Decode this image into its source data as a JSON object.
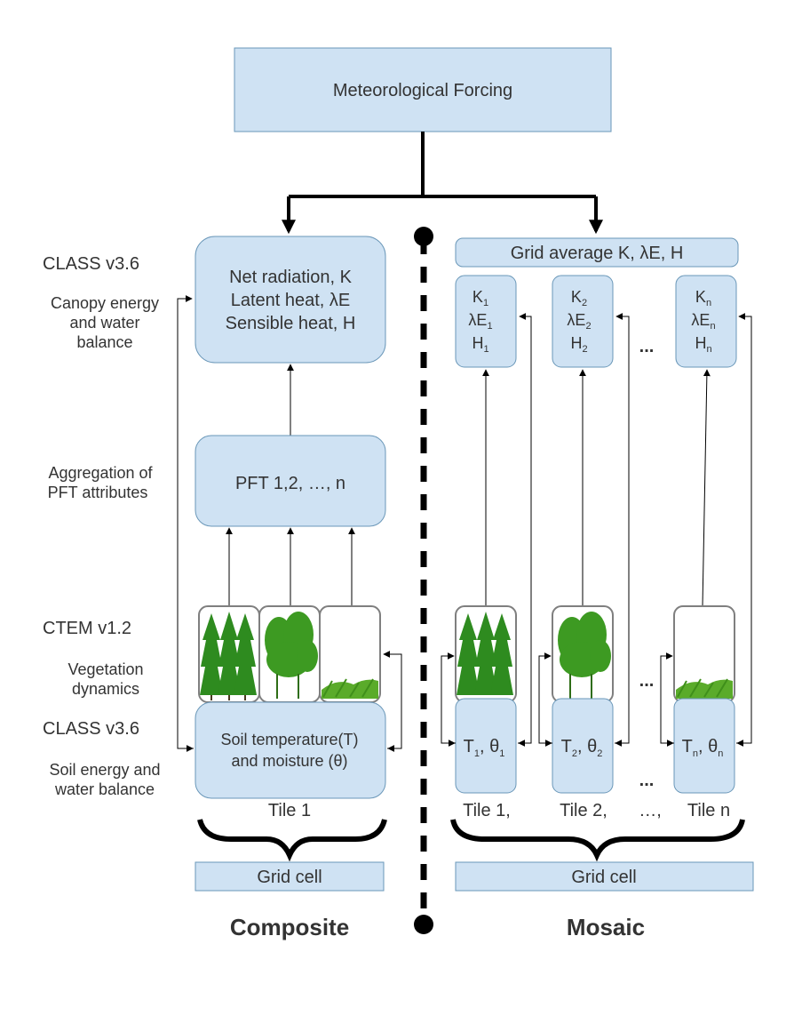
{
  "forcing": {
    "label": "Meteorological Forcing"
  },
  "left_labels": {
    "class_top": "CLASS v3.6",
    "canopy": [
      "Canopy energy",
      "and water",
      "balance"
    ],
    "aggregation": [
      "Aggregation of",
      "PFT attributes"
    ],
    "ctem": "CTEM v1.2",
    "vegetation": [
      "Vegetation",
      "dynamics"
    ],
    "class_bottom": "CLASS v3.6",
    "soil": [
      "Soil energy and",
      "water balance"
    ]
  },
  "composite": {
    "fluxes": [
      "Net radiation, K",
      "Latent heat, λE",
      "Sensible heat, H"
    ],
    "pft": "PFT 1,2, …, n",
    "soil": [
      "Soil temperature(T)",
      "and moisture (θ)"
    ],
    "tile_label": "Tile 1",
    "grid_cell": "Grid cell",
    "title": "Composite"
  },
  "mosaic": {
    "grid_average": "Grid average K, λE, H",
    "tiles": [
      {
        "K": "K",
        "E": "λE",
        "H": "H",
        "sub": "1",
        "T": "T",
        "theta": "θ",
        "label": "Tile 1,"
      },
      {
        "K": "K",
        "E": "λE",
        "H": "H",
        "sub": "2",
        "T": "T",
        "theta": "θ",
        "label": "Tile 2,"
      },
      {
        "K": "K",
        "E": "λE",
        "H": "H",
        "sub": "n",
        "T": "T",
        "theta": "θ",
        "label": "Tile n"
      }
    ],
    "ellipsis": "...",
    "ellipsis_tiles": "…,",
    "grid_cell": "Grid cell",
    "title": "Mosaic"
  },
  "colors": {
    "box_fill": "#cfe2f3",
    "box_stroke": "#6a97b8",
    "tree_green": "#2e8b1f"
  }
}
